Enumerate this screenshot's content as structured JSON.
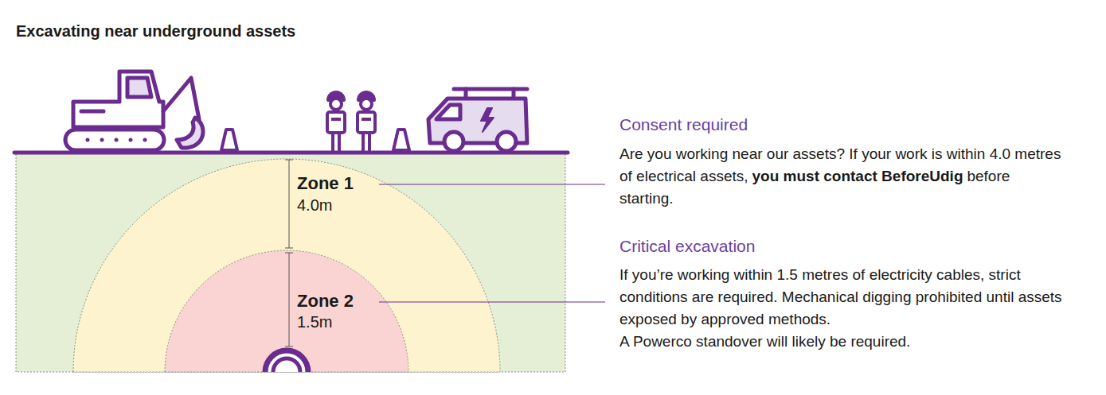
{
  "diagram": {
    "title": "Excavating near underground assets",
    "nodes": [
      {
        "text": [
          "Zone 1",
          "4.0m"
        ]
      },
      {
        "text": [
          "Zone 2",
          "1.5m"
        ],
        "in": 0
      }
    ],
    "labels": [
      "Consent required",
      "Are you working near our assets? If your work is within 4.0 metres of electrical assets,",
      "you must contact BeforeUdig",
      "before starting.",
      "Critical excavation",
      "If you’re working within 1.5 metres of electricity cables, strict conditions are required. Mechanical digging prohibited until assets exposed by approved methods.",
      "A Powerco standover will likely be required."
    ]
  }
}
